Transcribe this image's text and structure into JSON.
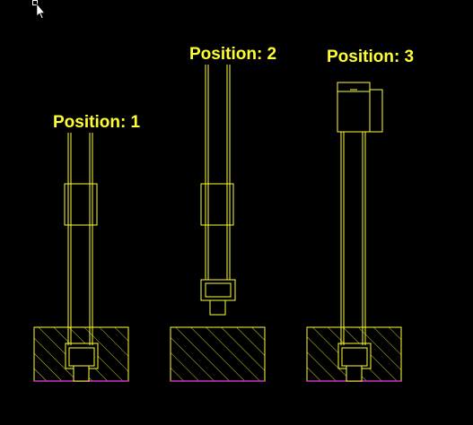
{
  "labels": {
    "position_1": "Position: 1",
    "position_2": "Position: 2",
    "position_3": "Position: 3"
  },
  "colors": {
    "background": "#000000",
    "outline": "#ffff33",
    "hatch": "#ffff33",
    "base_line": "#cc33cc",
    "cursor": "#ffffff"
  },
  "icons": [
    "mouse-cursor-icon"
  ]
}
